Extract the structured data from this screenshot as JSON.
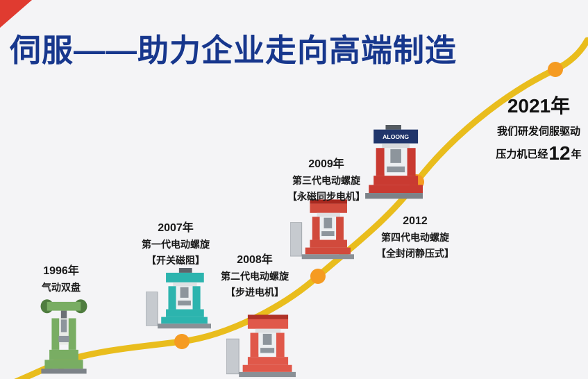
{
  "page": {
    "title": "伺服——助力企业走向高端制造",
    "colors": {
      "title": "#17378d",
      "curve": "#e9bd1d",
      "dot": "#f59b22",
      "corner_flag": "#e03b30"
    }
  },
  "milestones": [
    {
      "year": "1996年",
      "lines": [
        "气动双盘"
      ],
      "machine_color": "#79ad63"
    },
    {
      "year": "2007年",
      "lines": [
        "第一代电动螺旋",
        "【开关磁阻】"
      ],
      "machine_color": "#2cb4ae"
    },
    {
      "year": "2008年",
      "lines": [
        "第二代电动螺旋",
        "【步进电机】"
      ],
      "machine_color": "#e0584a"
    },
    {
      "year": "2009年",
      "lines": [
        "第三代电动螺旋",
        "【永磁同步电机】"
      ],
      "machine_color": "#d14a3c"
    },
    {
      "year": "2012",
      "lines": [
        "第四代电动螺旋",
        "【全封闭静压式】"
      ],
      "machine_color": "#c93a31",
      "machine_crown_color": "#20356b",
      "machine_brand": "ALOONG"
    },
    {
      "year": "2021年",
      "lines": [
        "我们研发伺服驱动"
      ],
      "highlight_prefix": "压力机已经",
      "highlight_number": "12",
      "highlight_suffix": "年"
    }
  ]
}
